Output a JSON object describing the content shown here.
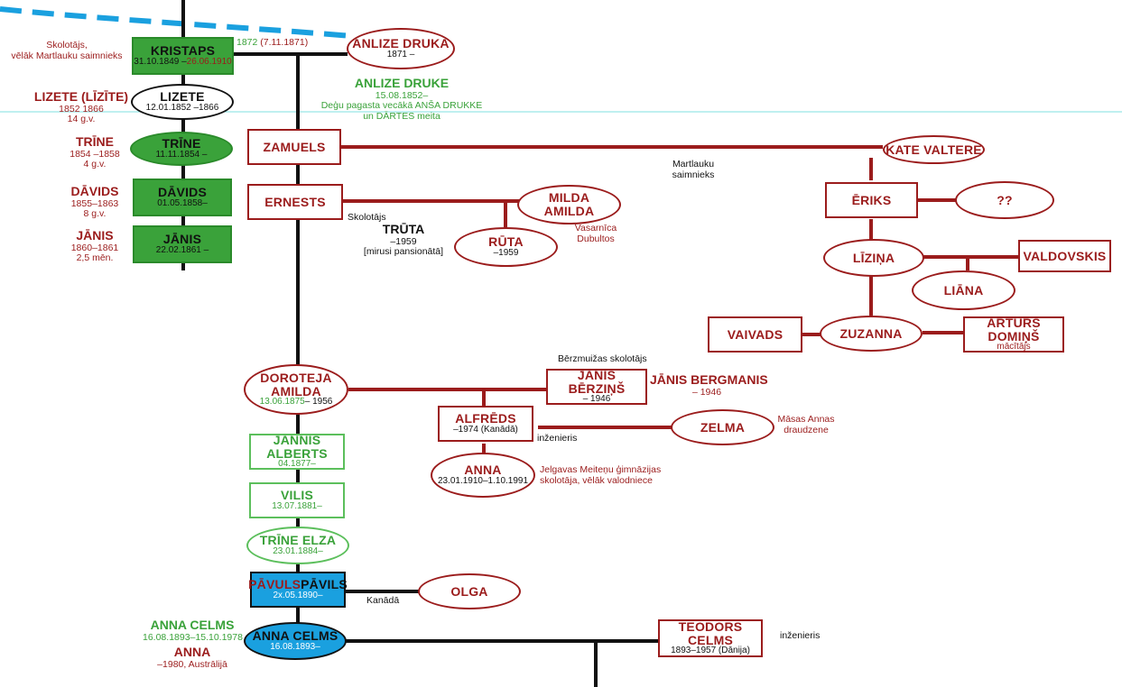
{
  "nodes": {
    "kristaps": {
      "name": "KRISTAPS",
      "born": "31.10.1849",
      "dash": " –",
      "died": "26.06.1910"
    },
    "anlize_druka": {
      "name": "ANLIZE DRUKA",
      "dates": "1871 –"
    },
    "lizete": {
      "name": "LIZETE",
      "dates": "12.01.1852 –1866"
    },
    "trine": {
      "name": "TRĪNE",
      "dates": "11.11.1854 –"
    },
    "davids": {
      "name": "DĀVIDS",
      "dates": "01.05.1858–"
    },
    "janis": {
      "name": "JĀNIS",
      "dates": "22.02.1861 –"
    },
    "zamuels": {
      "name": "ZAMUELS"
    },
    "kate_valtere": {
      "name": "KATE VALTERE"
    },
    "ernests": {
      "name": "ERNESTS"
    },
    "milda_amilda": {
      "name1": "MILDA",
      "name2": "AMILDA"
    },
    "ruta": {
      "name": "RŪTA",
      "dates": "–1959"
    },
    "eriks": {
      "name": "ĒRIKS"
    },
    "unknown": {
      "name": "??"
    },
    "lizina": {
      "name": "LĪZIŅA"
    },
    "valdovskis": {
      "name": "VALDOVSKIS"
    },
    "liana": {
      "name": "LIĀNA"
    },
    "vaivads": {
      "name": "VAIVADS"
    },
    "zuzanna": {
      "name": "ZUZANNA"
    },
    "arturs": {
      "name": "ARTŪRS DOMIŅŠ",
      "role": "mācītājs"
    },
    "doroteja": {
      "name1": "DOROTEJA",
      "name2": "AMILDA",
      "born": "13.06.1875",
      "died": "– 1956"
    },
    "janis_berzins": {
      "name": "JĀNIS BĒRZIŅŠ",
      "dates": "– 1946"
    },
    "alfreds": {
      "name": "ALFRĒDS",
      "dates": "–1974 (Kanādā)"
    },
    "zelma": {
      "name": "ZELMA"
    },
    "anna_d": {
      "name": "ANNA",
      "dates": "23.01.1910–1.10.1991"
    },
    "jannis": {
      "name": "JANNIS ALBERTS",
      "dates": "04.1877–"
    },
    "vilis": {
      "name": "VILIS",
      "dates": "13.07.1881–"
    },
    "trine_elza": {
      "name": "TRĪNE ELZA",
      "dates": "23.01.1884–"
    },
    "pavuls": {
      "name_red": "PĀVULS",
      "name": "PĀVILS",
      "dates": "2x.05.1890–"
    },
    "olga": {
      "name": "OLGA"
    },
    "anna_celms": {
      "name": "ANNA CELMS",
      "dates": "16.08.1893–"
    },
    "teodors": {
      "name": "TEODORS CELMS",
      "dates": "1893–1957 (Dānija)"
    }
  },
  "labels": {
    "kristaps_note": {
      "line1": "Skolotājs,",
      "line2": "vēlāk Martlauku saimnieks"
    },
    "marriage": {
      "year": "1872",
      "date": " (7.11.1871)"
    },
    "anlize_druke": {
      "name": "ANLIZE DRUKE",
      "line1": "15.08.1852–",
      "line2": "Deģu pagasta vecākā ANŠA DRUKKE",
      "line3": "un DĀRTES meita"
    },
    "lizete_alt": {
      "name": "LIZETE (LĪZĪTE)",
      "line1": "1852    1866",
      "line2": "14 g.v."
    },
    "trine_alt": {
      "name": "TRĪNE",
      "line1": "1854 –1858",
      "line2": "4 g.v."
    },
    "davids_alt": {
      "name": "DĀVIDS",
      "line1": "1855–1863",
      "line2": "8 g.v."
    },
    "janis_alt": {
      "name": "JĀNIS",
      "line1": "1860–1861",
      "line2": "2,5 mēn."
    },
    "martlauku": {
      "line1": "Martlauku",
      "line2": "saimnieks"
    },
    "ernests_job": "Skolotājs",
    "truta": {
      "name": "TRŪTA",
      "line1": "–1959",
      "line2": "[mirusi pansionātā]"
    },
    "milda_place": {
      "line1": "Vasarnīca",
      "line2": "Dubultos"
    },
    "berzmuiza": "Bērzmuižas skolotājs",
    "janis_bergmanis": {
      "name": "JĀNIS BERGMANIS",
      "line1": "– 1946"
    },
    "alfreds_job": "inženieris",
    "zelma_note": {
      "line1": "Māsas Annas",
      "line2": "draudzene"
    },
    "anna_note": {
      "line1": "Jelgavas Meiteņu ģimnāzijas",
      "line2": "skolotāja, vēlāk valodniece"
    },
    "kanada": "Kanādā",
    "anna_celms_alt": {
      "name": "ANNA CELMS",
      "line1": "16.08.1893–15.10.1978"
    },
    "anna_alt2": {
      "name": "ANNA",
      "line1": "–1980, Austrālijā"
    },
    "teodors_job": "inženieris"
  },
  "colors": {
    "red": "#9b1c1c",
    "green": "#3aa23a",
    "blue": "#1aa0df",
    "black": "#111111",
    "dashed_blue": "#1aa0df",
    "guide": "#7fe0e0"
  }
}
